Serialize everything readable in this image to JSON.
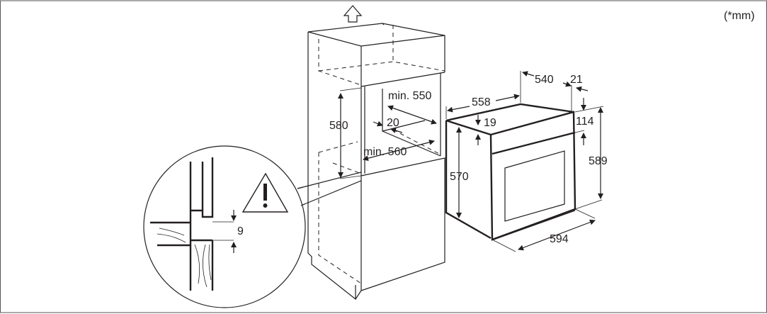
{
  "unit_note": "(*mm)",
  "cabinet": {
    "niche_height": "580",
    "niche_depth": "min. 550",
    "niche_width": "min. 560",
    "rear_gap": "20"
  },
  "oven": {
    "depth_total": "558",
    "depth_body": "540",
    "front_thickness": "21",
    "panel_offset": "19",
    "control_panel_height": "114",
    "front_height": "589",
    "body_height": "570",
    "front_width": "594"
  },
  "detail": {
    "gap": "9",
    "icon": "warning-triangle-icon"
  },
  "arrow_icon": "up-arrow-icon"
}
